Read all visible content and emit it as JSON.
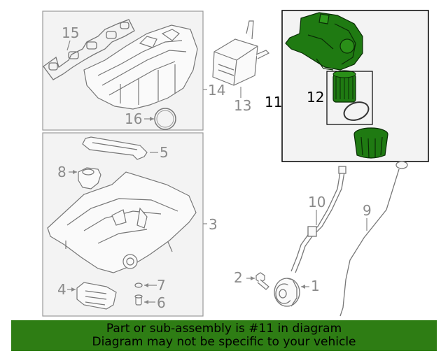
{
  "callouts": {
    "c1": "1",
    "c2": "2",
    "c3": "3",
    "c4": "4",
    "c5": "5",
    "c6": "6",
    "c7": "7",
    "c8": "8",
    "c9": "9",
    "c10": "10",
    "c11": "11",
    "c12": "12",
    "c13": "13",
    "c14": "14",
    "c15": "15",
    "c16": "16"
  },
  "banner": {
    "line1": "Part or sub-assembly is #11 in diagram",
    "line2": "Diagram may not be specific to your vehicle"
  },
  "colors": {
    "highlight_fill": "#1f7a12",
    "banner_bg": "#2e7d14",
    "callout_gray": "#8a8a8a",
    "line_gray": "#888888"
  }
}
